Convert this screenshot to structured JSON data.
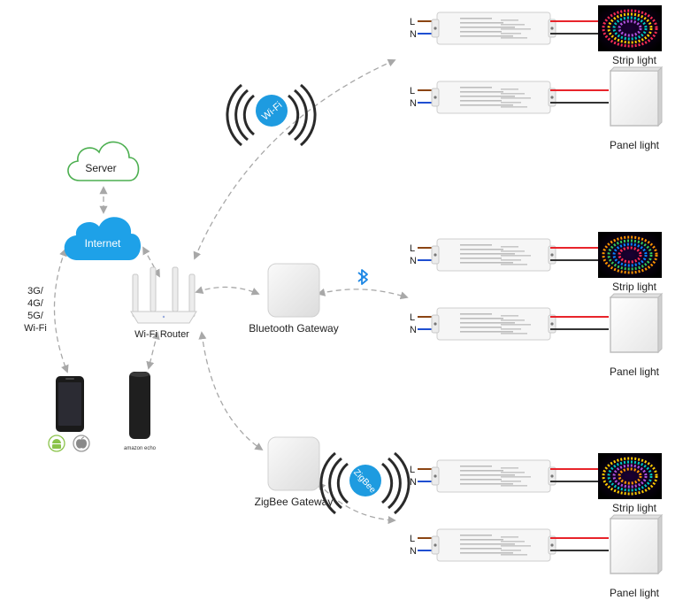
{
  "nodes": {
    "server": "Server",
    "internet": "Internet",
    "wifi_router": "Wi-Fi Router",
    "bluetooth_gateway": "Bluetooth Gateway",
    "zigbee_gateway": "ZigBee Gateway",
    "mobile_link": [
      "3G/",
      "4G/",
      "5G/",
      "Wi-Fi"
    ],
    "echo_brand": "amazon echo"
  },
  "protocols": {
    "wifi": "Wi-Fi",
    "zigbee": "ZigBee",
    "bluetooth_icon": "bluetooth-icon"
  },
  "phone_os_icons": [
    "android-icon",
    "apple-icon"
  ],
  "wiring": {
    "live": "L",
    "neutral": "N"
  },
  "groups": [
    {
      "id": "wifi",
      "loads": [
        "Strip light",
        "Panel light"
      ]
    },
    {
      "id": "bluetooth",
      "loads": [
        "Strip light",
        "Panel light"
      ]
    },
    {
      "id": "zigbee",
      "loads": [
        "Strip light",
        "Panel light"
      ]
    }
  ],
  "colors": {
    "cloud_blue": "#1ea1e8",
    "server_cloud_outline": "#4caf50",
    "wifi_badge": "#1e9be0",
    "bluetooth": "#1e88e5",
    "wire_red": "#e8242b",
    "wire_black": "#333333",
    "wire_brown": "#8b4513",
    "wire_blue": "#1f4fd1",
    "connector_gray": "#a0a0a0"
  }
}
